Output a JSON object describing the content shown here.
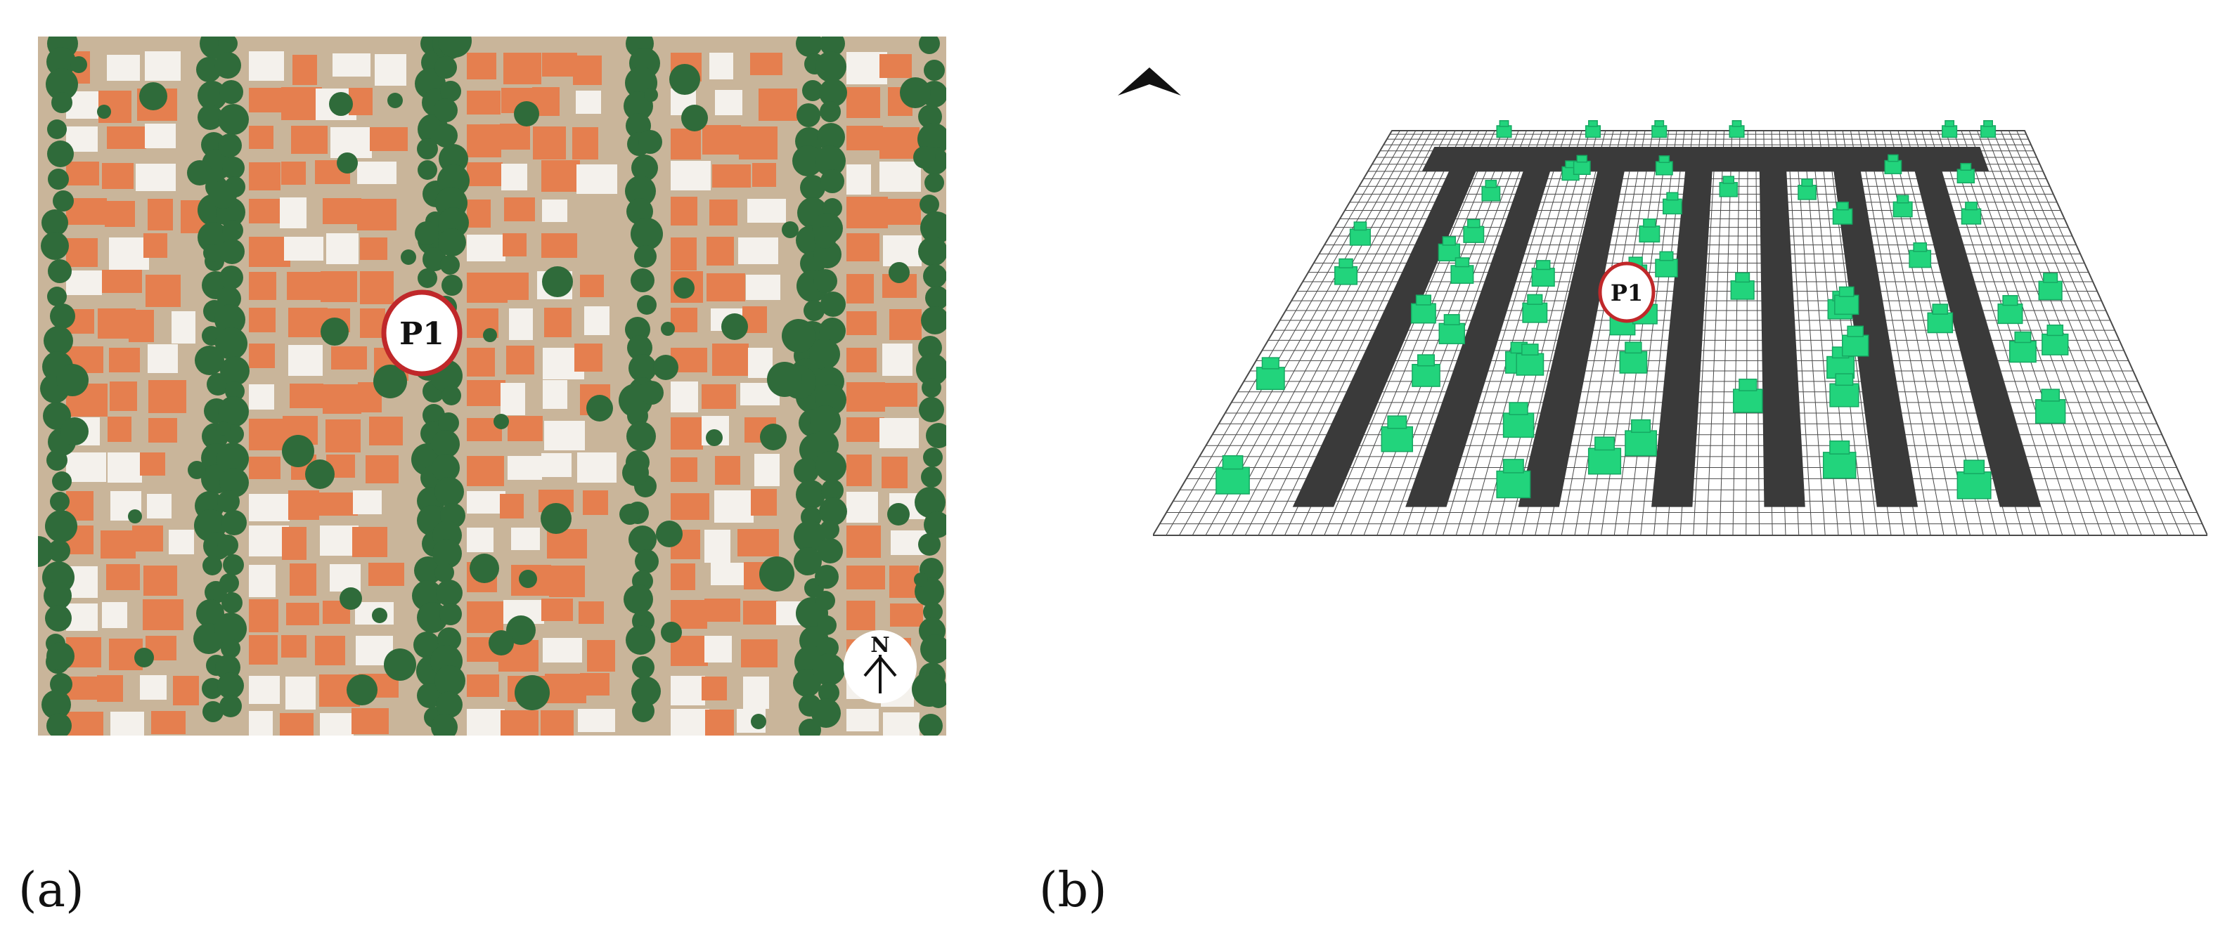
{
  "panel_a": {
    "caption": "(a)",
    "marker_label": "P1",
    "compass_letter": "N",
    "colors": {
      "ground": "#c9b59a",
      "roof": "#e57f4f",
      "roof_alt": "#f4f1ec",
      "tree": "#2f6b3a",
      "marker_border": "#c0282a"
    }
  },
  "panel_b": {
    "caption": "(b)",
    "marker_label": "P1",
    "colors": {
      "grid_line": "#4a4a4a",
      "building": "#3a3a3a",
      "tree": "#22d47c",
      "marker_border": "#c0282a"
    }
  }
}
